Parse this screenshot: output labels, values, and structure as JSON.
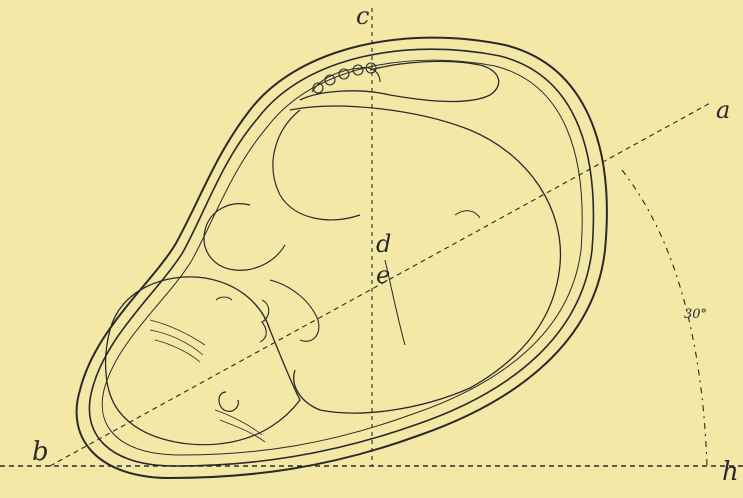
{
  "diagram": {
    "labels": {
      "a": "a",
      "b": "b",
      "c": "c",
      "d": "d",
      "e": "e",
      "h": "h"
    },
    "angle_label": "30°",
    "colors": {
      "background": "#f3e8a6",
      "ink": "#2a2a2a"
    }
  }
}
